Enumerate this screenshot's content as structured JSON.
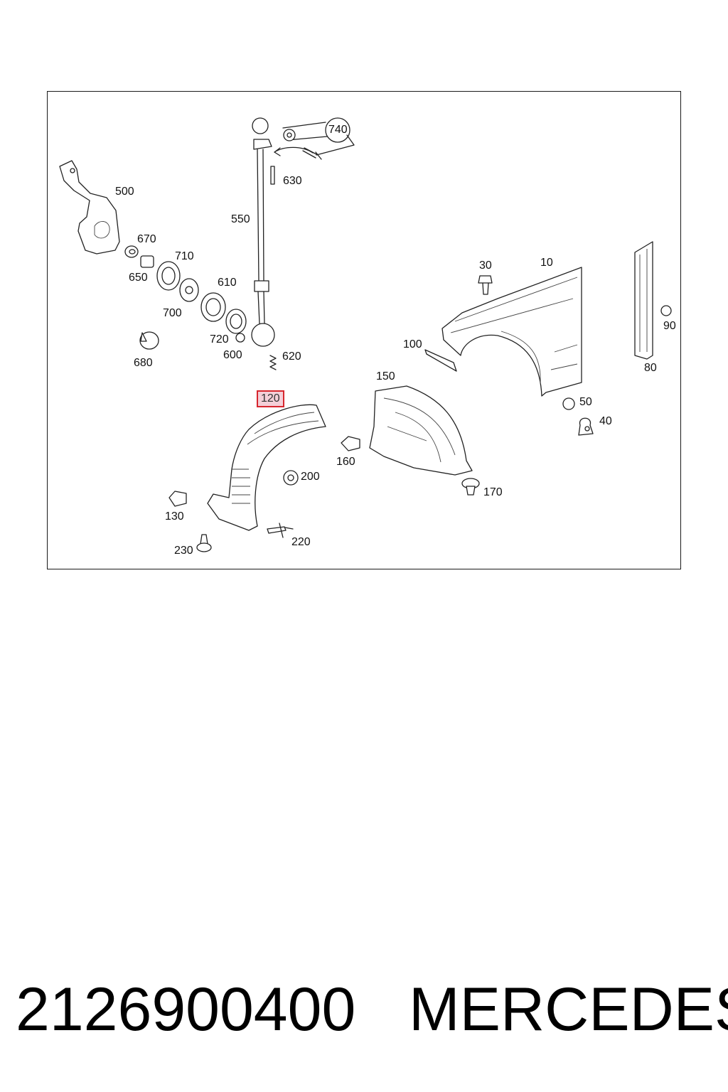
{
  "diagram": {
    "labels": {
      "l740": "740",
      "l630": "630",
      "l500": "500",
      "l550": "550",
      "l670": "670",
      "l710": "710",
      "l650": "650",
      "l610": "610",
      "l700": "700",
      "l720": "720",
      "l600": "600",
      "l620": "620",
      "l680": "680",
      "l30": "30",
      "l10": "10",
      "l90": "90",
      "l80": "80",
      "l100": "100",
      "l150": "150",
      "l120": "120",
      "l50": "50",
      "l40": "40",
      "l160": "160",
      "l200": "200",
      "l170": "170",
      "l130": "130",
      "l220": "220",
      "l230": "230"
    },
    "highlighted_part": "120",
    "highlight_color": "#d7262e"
  },
  "caption": {
    "part_number": "2126900400",
    "brand": "MERCEDES"
  }
}
